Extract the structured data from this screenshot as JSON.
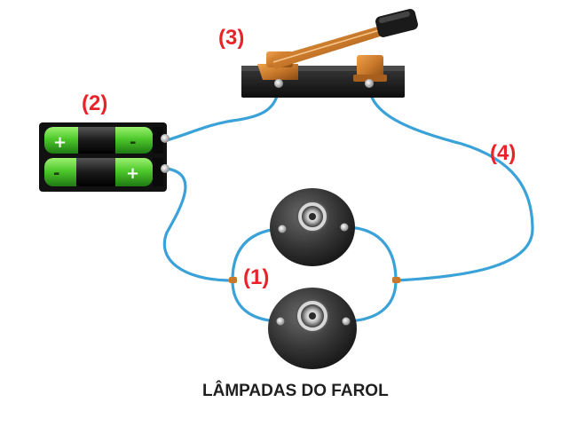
{
  "labels": {
    "lamps": "(1)",
    "battery": "(2)",
    "switch": "(3)",
    "wire": "(4)"
  },
  "caption": "LÂMPADAS DO FAROL",
  "battery_signs": {
    "top_left": "+",
    "top_right": "-",
    "bottom_left": "-",
    "bottom_right": "+"
  },
  "colors": {
    "wire": "#3aa2d8",
    "label": "#e8242a",
    "battery_green": "#5bd13a",
    "copper": "#c8782a"
  },
  "icons": [
    "battery-holder-icon",
    "knife-switch-icon",
    "lamp-socket-icon",
    "wire-icon"
  ]
}
